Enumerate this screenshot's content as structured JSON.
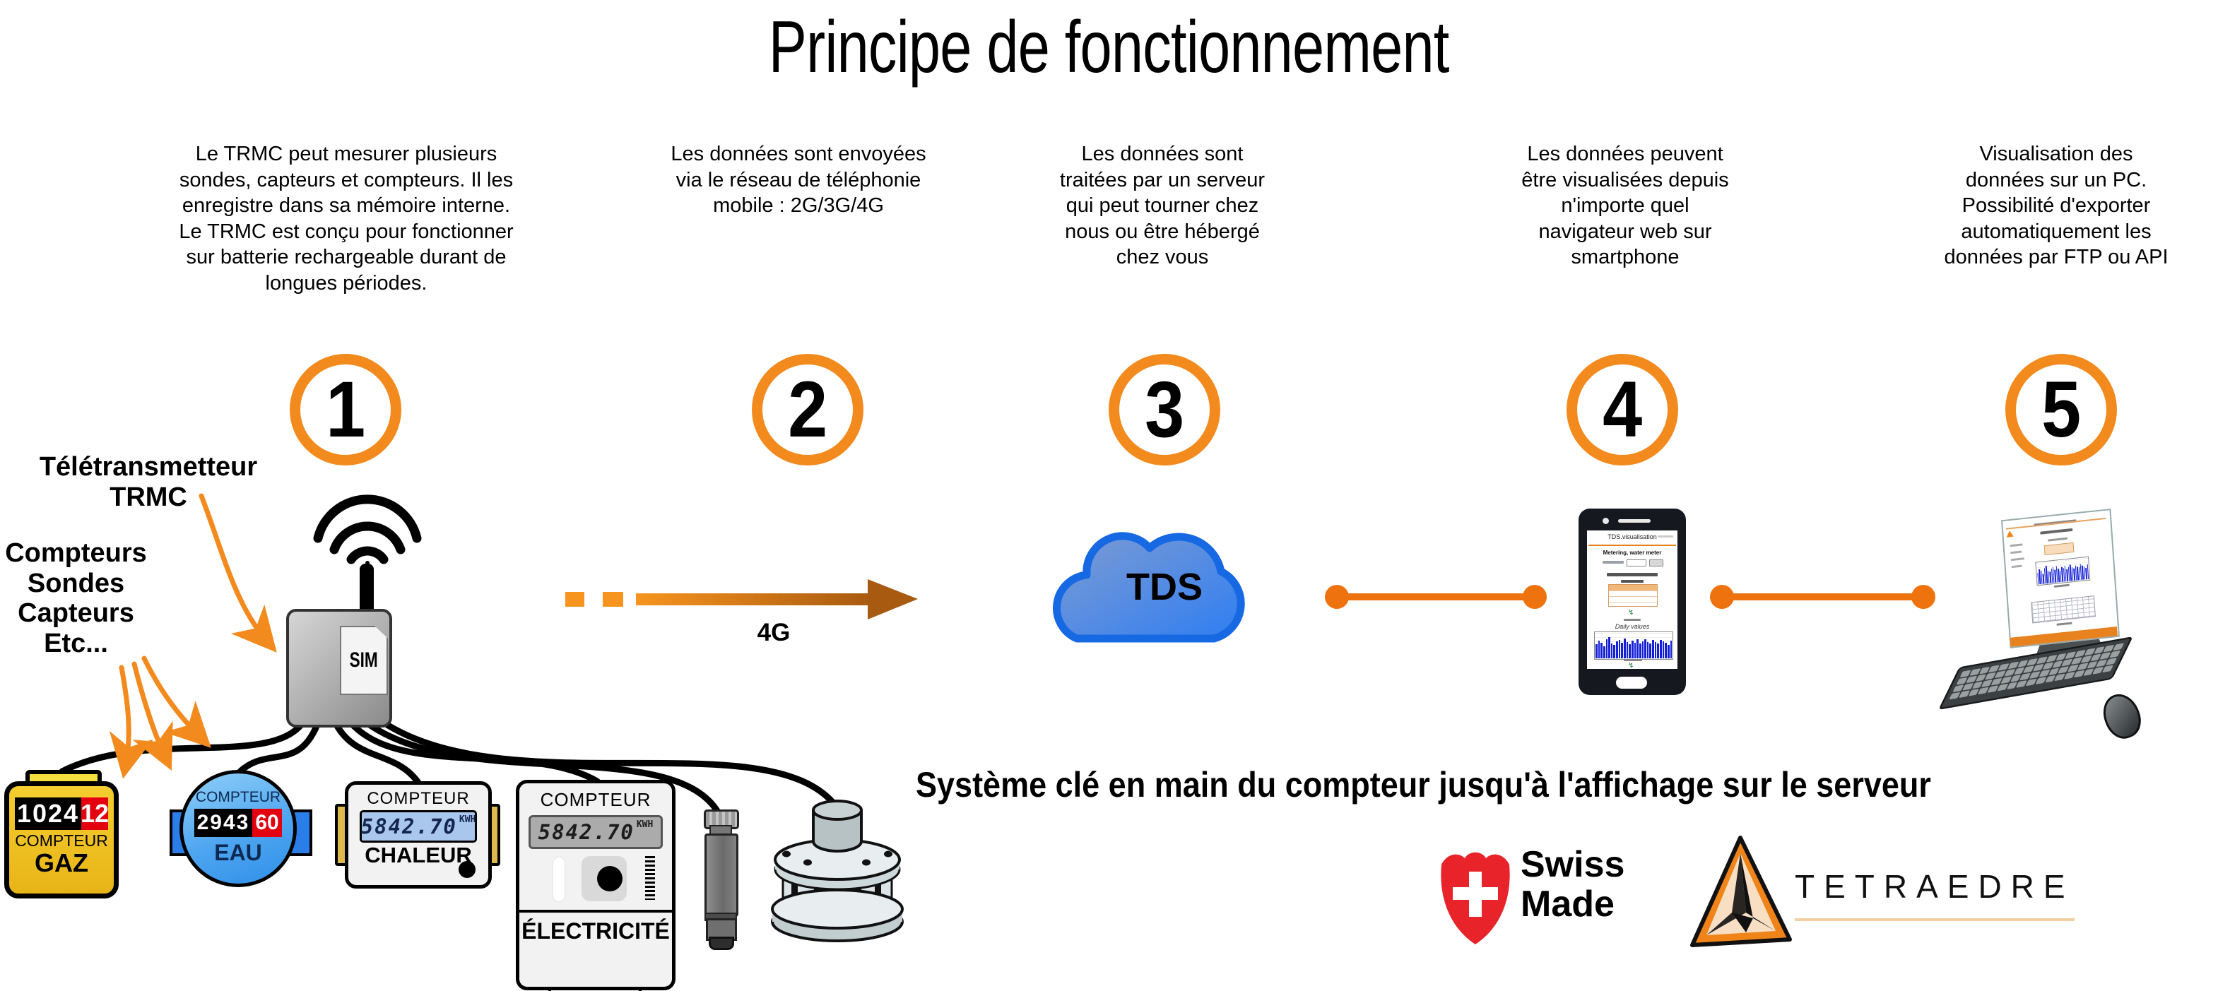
{
  "title": "Principe de fonctionnement",
  "steps": [
    {
      "num": "1",
      "text": "Le TRMC peut mesurer plusieurs\nsondes, capteurs et compteurs. Il les\nenregistre dans sa mémoire interne.\nLe TRMC est conçu pour fonctionner\nsur batterie rechargeable durant de\nlongues périodes."
    },
    {
      "num": "2",
      "text": "Les données sont envoyées\nvia le réseau de téléphonie\nmobile : 2G/3G/4G"
    },
    {
      "num": "3",
      "text": "Les données sont\ntraitées par un serveur\nqui peut tourner chez\nnous ou être hébergé\nchez vous"
    },
    {
      "num": "4",
      "text": "Les données peuvent\nêtre visualisées depuis\nn'importe quel\nnavigateur web sur\nsmartphone"
    },
    {
      "num": "5",
      "text": "Visualisation des\ndonnées sur un PC.\nPossibilité d'exporter\nautomatiquement les\ndonnées par FTP ou API"
    }
  ],
  "labels": {
    "teletransmetteur": "Télétransmetteur\nTRMC",
    "inputs": "Compteurs\nSondes\nCapteurs\nEtc...",
    "sim": "SIM",
    "network": "4G",
    "cloud": "TDS"
  },
  "meters": {
    "gaz": {
      "display_black": "1024",
      "display_red": "12",
      "compteur": "COMPTEUR",
      "name": "GAZ"
    },
    "eau": {
      "compteur": "COMPTEUR",
      "display_black": "2943",
      "display_red": "60",
      "name": "EAU"
    },
    "chaleur": {
      "compteur": "COMPTEUR",
      "lcd": "5842.70",
      "unit": "KWH",
      "name": "CHALEUR"
    },
    "electricite": {
      "compteur": "COMPTEUR",
      "lcd": "5842.70",
      "unit": "KWH",
      "name": "ÉLECTRICITÉ"
    }
  },
  "phone": {
    "header": "TDS.visualisation",
    "page_title": "Metering, water meter",
    "chart_title": "Daily values",
    "bars": [
      55,
      70,
      62,
      48,
      75,
      82,
      58,
      52,
      66,
      72,
      60,
      78,
      64,
      55,
      70,
      62,
      74,
      58,
      68,
      76,
      63,
      57,
      71,
      65,
      59,
      73,
      67,
      61,
      54,
      69
    ]
  },
  "tagline": "Système clé en main du compteur jusqu'à l'affichage sur le serveur",
  "logos": {
    "swiss_line1": "Swiss",
    "swiss_line2": "Made",
    "tetraedre": "TETRAEDRE"
  },
  "colors": {
    "accent_orange": "#F28A1E",
    "connector_orange": "#EE720D",
    "cloud_border_blue": "#1668E3",
    "swiss_red": "#E8232A",
    "tetraedre_orange": "#F08419",
    "chart_bar_blue": "#1420d8"
  }
}
